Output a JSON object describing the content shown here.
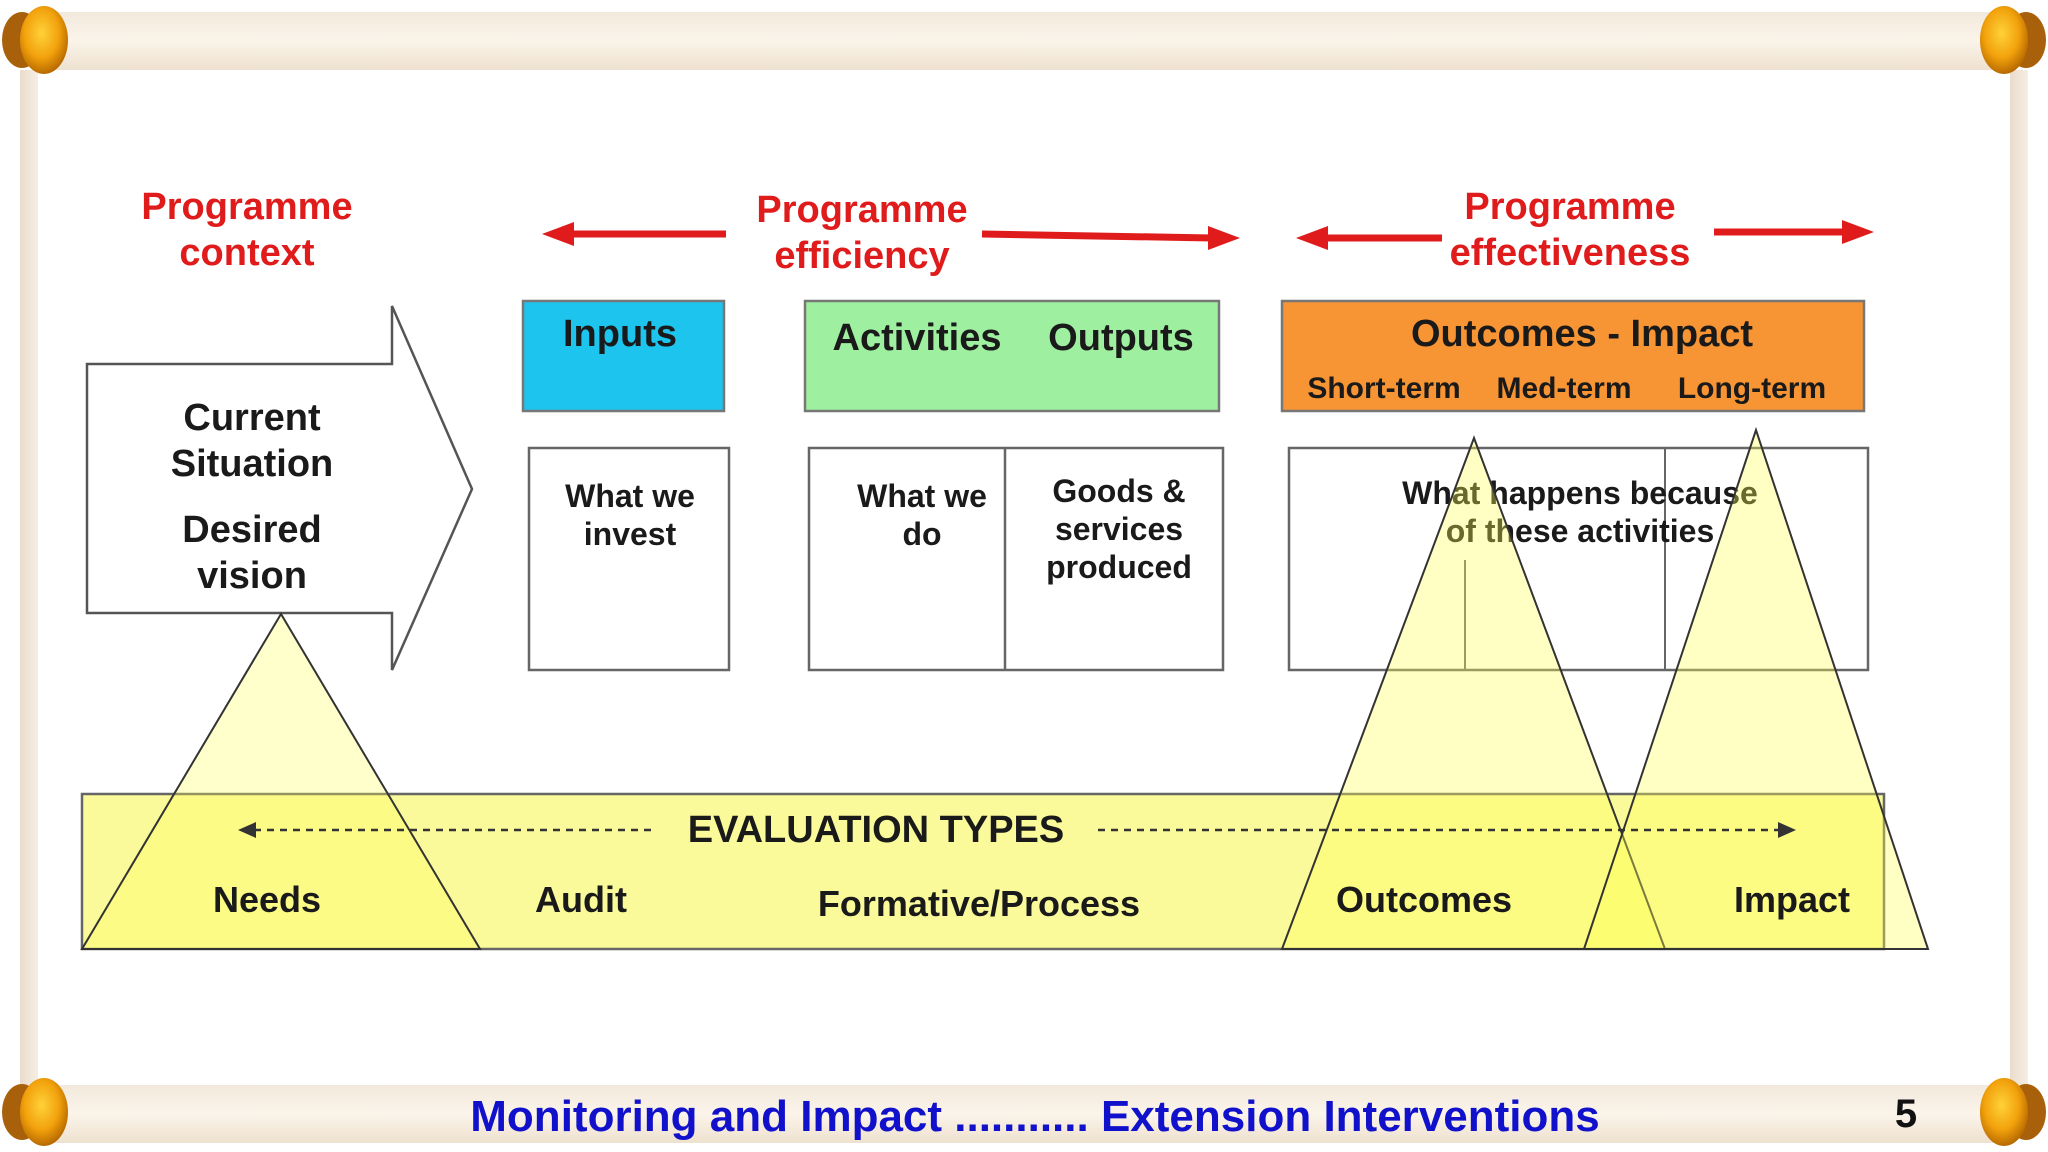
{
  "context": {
    "title_line1": "Programme",
    "title_line2": "context"
  },
  "efficiency": {
    "title_line1": "Programme",
    "title_line2": "efficiency"
  },
  "effectiveness": {
    "title_line1": "Programme",
    "title_line2": "effectiveness"
  },
  "situation": {
    "line1": "Current",
    "line2": "Situation",
    "line3": "Desired",
    "line4": "vision"
  },
  "inputs": {
    "header": "Inputs",
    "desc_line1": "What we",
    "desc_line2": "invest"
  },
  "activities": {
    "header": "Activities",
    "desc_line1": "What we",
    "desc_line2": "do"
  },
  "outputs": {
    "header": "Outputs",
    "desc_line1": "Goods &",
    "desc_line2": "services",
    "desc_line3": "produced"
  },
  "outcomes": {
    "header": "Outcomes - Impact",
    "short": "Short-term",
    "med": "Med-term",
    "long": "Long-term",
    "desc_line1": "What happens because",
    "desc_line2": "of these activities"
  },
  "evaluation": {
    "title": "EVALUATION TYPES",
    "types": [
      "Needs",
      "Audit",
      "Formative/Process",
      "Outcomes",
      "Impact"
    ]
  },
  "footer": {
    "title": "Monitoring and Impact ........... Extension Interventions",
    "page": "5"
  },
  "colors": {
    "red": "#e01b1b",
    "inputs": "#1cc4ee",
    "activities": "#9ef0a0",
    "outcomes": "#f79433",
    "yellow": "#fafa9a",
    "footer": "#1111cc"
  }
}
